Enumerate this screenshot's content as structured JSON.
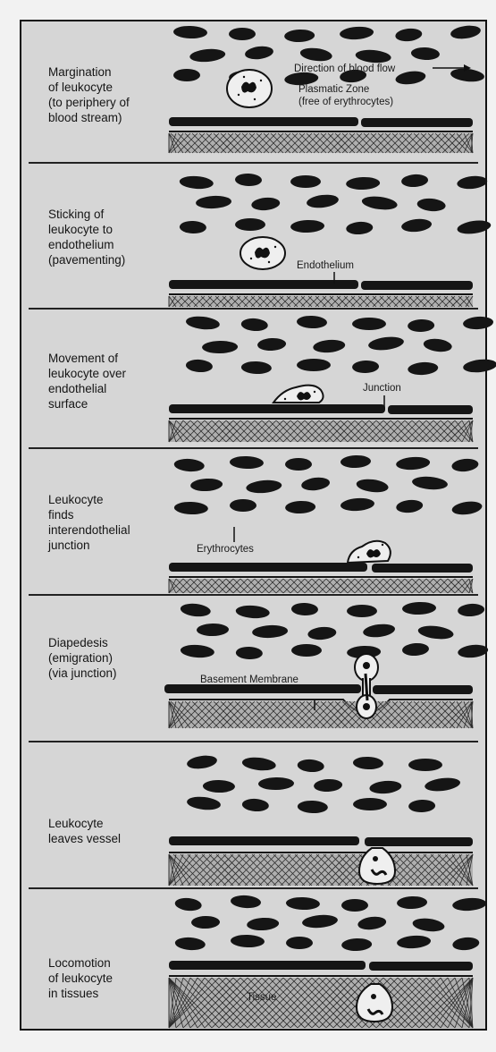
{
  "panels": [
    {
      "label": "Margination\nof leukocyte\n(to periphery of\nblood stream)",
      "annotations": [
        "Direction of blood flow",
        "Plasmatic Zone",
        "(free of erythrocytes)"
      ]
    },
    {
      "label": "Sticking of\nleukocyte to\nendothelium\n(pavementing)",
      "annotations": [
        "Endothelium"
      ]
    },
    {
      "label": "Movement of\nleukocyte over\nendothelial\nsurface",
      "annotations": [
        "Junction"
      ]
    },
    {
      "label": "Leukocyte\nfinds\ninterendothelial\njunction",
      "annotations": [
        "Erythrocytes"
      ]
    },
    {
      "label": "Diapedesis\n(emigration)\n(via junction)",
      "annotations": [
        "Basement Membrane"
      ]
    },
    {
      "label": "Leukocyte\nleaves vessel",
      "annotations": []
    },
    {
      "label": "Locomotion\nof leukocyte\nin tissues",
      "annotations": [
        "Tissue"
      ]
    }
  ],
  "colors": {
    "ink": "#151515",
    "panel_bg": "#d6d6d6"
  }
}
